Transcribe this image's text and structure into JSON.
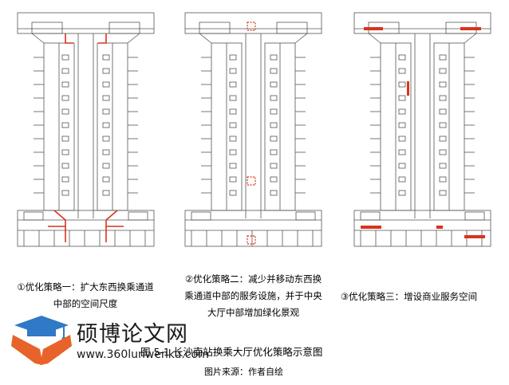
{
  "captions": {
    "strategy1": {
      "line1": "①优化策略一：扩大东西换乘通道",
      "line2": "中部的空间尺度"
    },
    "strategy2": {
      "line1": "②优化策略二：减少并移动东西换",
      "line2": "乘通道中部的服务设施，并于中央",
      "line3": "大厅中部增加绿化景观"
    },
    "strategy3": {
      "line1": "③优化策略三：增设商业服务空间"
    }
  },
  "figure": {
    "title": "图 5-1 长沙南站换乘大厅优化策略示意图",
    "source": "图片来源：作者自绘"
  },
  "watermark": {
    "name": "硕博论文网",
    "url": "www.360lunwenku.com"
  },
  "colors": {
    "line": "#555555",
    "highlight": "#d8341c",
    "logo_orange": "#e8632a",
    "logo_blue": "#2f79c6"
  }
}
